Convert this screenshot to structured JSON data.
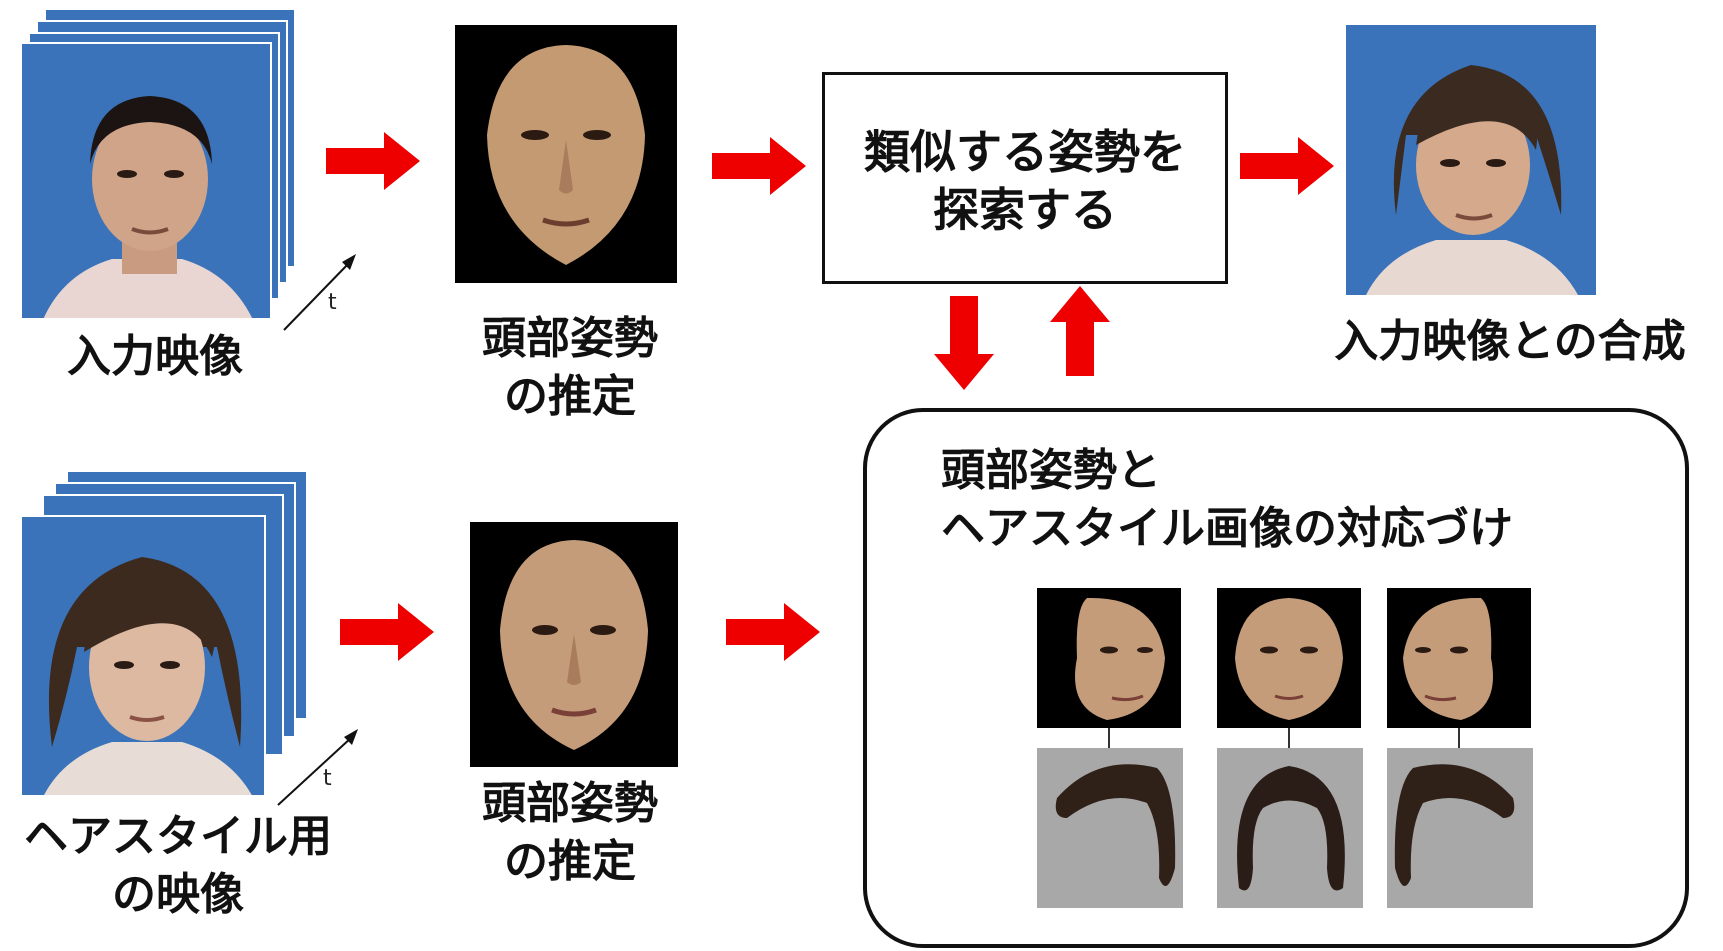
{
  "diagram": {
    "input_video_label": "入力映像",
    "time_label": "t",
    "time_label_2": "t",
    "head_pose_estimation_label_top": "頭部姿勢\nの推定",
    "search_box_label": "類似する姿勢を\n探索する",
    "composite_label": "入力映像との合成",
    "hairstyle_video_label": "ヘアスタイル用\nの映像",
    "head_pose_estimation_label_bottom": "頭部姿勢\nの推定",
    "correspondence_title": "頭部姿勢と\nヘアスタイル画像の対応づけ"
  },
  "colors": {
    "arrow": "#ee0000",
    "photo_background": "#3a73b9",
    "face_background": "#000000",
    "hair_background": "#a8a8a8"
  }
}
